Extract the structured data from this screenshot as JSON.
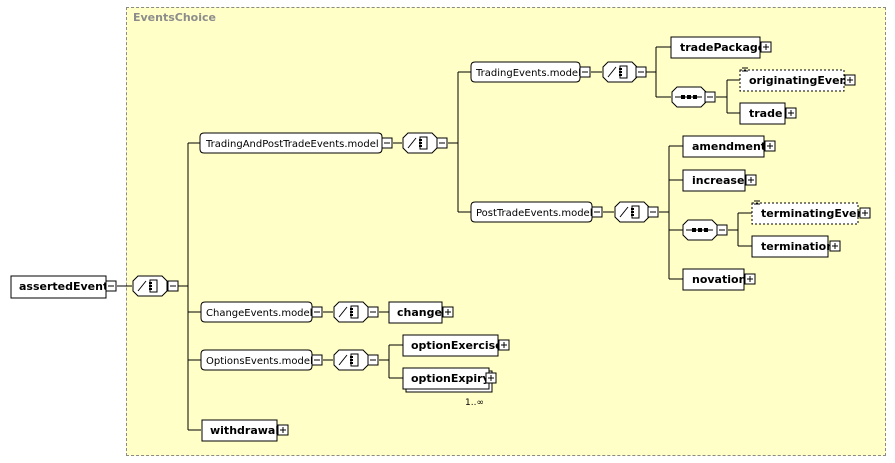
{
  "diagram": {
    "group_label": "EventsChoice",
    "root": {
      "label": "assertedEvent"
    },
    "models": {
      "trading_and_post_trade": "TradingAndPostTradeEvents.model",
      "trading": "TradingEvents.model",
      "post_trade": "PostTradeEvents.model",
      "change": "ChangeEvents.model",
      "options": "OptionsEvents.model"
    },
    "elements": {
      "trade_package": "tradePackage",
      "originating_event": "originatingEvent",
      "trade": "trade",
      "amendment": "amendment",
      "increase": "increase",
      "terminating_event": "terminatingEvent",
      "termination": "termination",
      "novation": "novation",
      "change": "change",
      "option_exercise": "optionExercise",
      "option_expiry": "optionExpiry",
      "withdrawal": "withdrawal"
    },
    "cardinality": {
      "option_expiry": "1..∞"
    }
  }
}
